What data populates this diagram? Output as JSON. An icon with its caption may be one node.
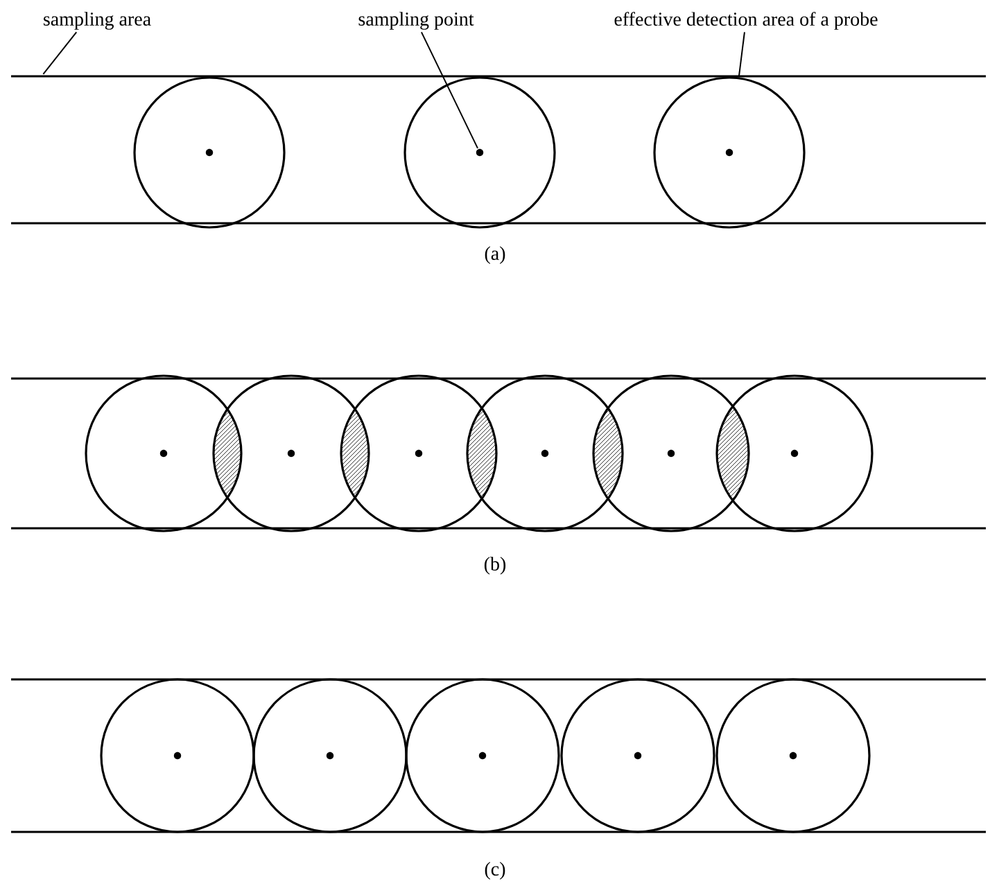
{
  "diagram": {
    "nodes": [
      {
        "text": [
          "sampling area"
        ]
      },
      {
        "text": [
          "sampling point"
        ]
      },
      {
        "text": [
          "effective detection area of a probe"
        ]
      },
      {
        "text": [],
        "shape": "line"
      },
      {
        "text": [],
        "shape": "circle"
      },
      {
        "text": [],
        "shape": "circle"
      },
      {
        "text": [],
        "shape": "circle",
        "in": 5
      },
      {
        "text": [],
        "shape": "circle"
      },
      {
        "text": [],
        "shape": "circle"
      },
      {
        "text": [],
        "shape": "circle"
      },
      {
        "text": [],
        "shape": "circle"
      },
      {
        "text": [],
        "shape": "circle"
      },
      {
        "text": [],
        "shape": "circle"
      },
      {
        "text": [],
        "shape": "circle"
      },
      {
        "text": [],
        "shape": "circle"
      },
      {
        "text": [],
        "shape": "circle"
      },
      {
        "text": [],
        "shape": "circle"
      },
      {
        "text": [],
        "shape": "circle"
      },
      {
        "text": [],
        "shape": "circle"
      }
    ],
    "edges": [
      {
        "from": 0,
        "to": 3,
        "arrow": "none"
      },
      {
        "from": 1,
        "to": 6,
        "arrow": "none"
      },
      {
        "from": 2,
        "to": 7,
        "arrow": "none"
      }
    ],
    "labels": [
      "(a)",
      "(b)",
      "(c)"
    ]
  }
}
